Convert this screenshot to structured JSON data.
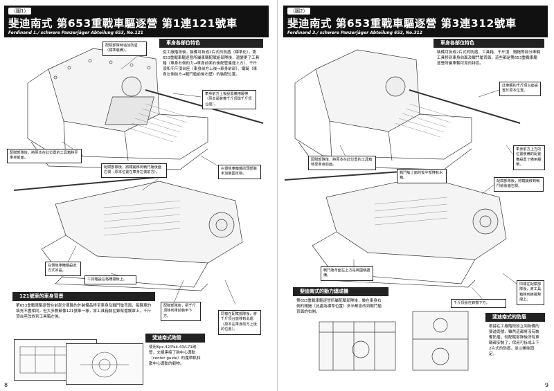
{
  "left_page": {
    "plate_label": "（圖1）",
    "title": "斐迪南式 第653重戰車驅逐營 第1連121號車",
    "subtitle": "Ferdinand 1./ schwere Panzerjäger Abteilung 653, No.121",
    "section_features": {
      "heading": "車身各部位特色",
      "body": "從工廠階段後，裝備可拆成2片式的防盾（標準化），第653重戰車驅逐營所屬車輛配賦組部隊後，還變更了工具箱（車身右側的力→車身前面右後配管連運上方）、千斤頂和千斤頂台座（車身前方上後→車身前部）、鐵鎚（車身左側前方→戰鬥艙前後右壁）的裝配位置。"
    },
    "callouts": [
      "配賦部隊時追加防盾（標準裝備）。",
      "車身前方上後設置備用履帶（原本是裝備千斤頂與千斤頂台座）。",
      "配賦部隊後，將原本在此位置的工具箱移至車身前面。",
      "配賦部隊後，將鐵鎚移到戰鬥艙後面右側（原本位置在車身左側前方）。",
      "右側後車輪鐵的頭部裝未加裝固定物。",
      "在側後車輪鐵設此方式吊設。",
      "工具箱設在格柵擋板上。",
      "配賦部隊後，把千斤頂移到車前裝甲下方。",
      "同樣在配賦部隊後，將千斤頂台座移到此處（原本在車身前方上後的位置）。"
    ],
    "section_history": {
      "heading": "121號車的車身背景",
      "body": "第653重戰車驅逐營在前部分車輛的外裝備品移至車身及戰鬥艙背面，每輛車的填充不盡相同，但大多數都像121號車一樣，將工具箱裝在錄幫擋護罩上，千斤頂台座改放到工具箱左後。"
    },
    "section_cannon": {
      "heading": "斐迪南式砲管",
      "body": "使用Kpz.42/Pak.43/L71砲管，文線連接了砲中心導軌（center guide）的履帶軌和散中心導軌的轂物。"
    },
    "page_number": "8"
  },
  "right_page": {
    "plate_label": "（圖2）",
    "title": "斐迪南式 第653重戰車驅逐營 第3連312號車",
    "subtitle": "Ferdinand 3./ schwere Panzerjäger Abteilung 653, No.312",
    "section_features": {
      "heading": "車身各部位特色",
      "body": "裝備可拆成2片式的防盾、工具箱、千斤頂、鐵鎚等部分車輛工具移到車身前面及戰鬥艙背面，這些都是第653重戰車驅逐營所屬車輛可見的特色。"
    },
    "callouts": [
      "此車輛的千斤頂台座設置於原本位置。",
      "車身前方上方的位置裝備的配置備設置了備用履帶。",
      "配賦部隊後，將原本在此位置的工具箱移至車身前面。",
      "配賦部隊後，將鐵鎚移到戰鬥艙後面右側。",
      "戰鬥艙上面的後半部懂有木箱。",
      "戰鬥艙背面左上方是英國裝護備。",
      "同樣在配賦部隊後，將工具箱移到錄擋幫擋上。",
      "千斤頂設在錄擋下方。"
    ],
    "section_remodel": {
      "heading": "斐迪南式的動力總成機",
      "body": "第653重戰車驅逐營所屬配賦部隊後，裝在車身右側的鐵鎚（此處為標準位置）多半都會改到戰鬥艙背面的右側。"
    },
    "section_detail": {
      "heading": "斐迪南式的防盾",
      "body": "根據在工廠階段設立到拆備的斐迪南號，雖然這都將沒有裝備防盾，但配賦部隊後所有車輛都安裝了，保用可拆成上下2片式的防盾，並以螺絲固定。"
    },
    "page_number": "9"
  }
}
